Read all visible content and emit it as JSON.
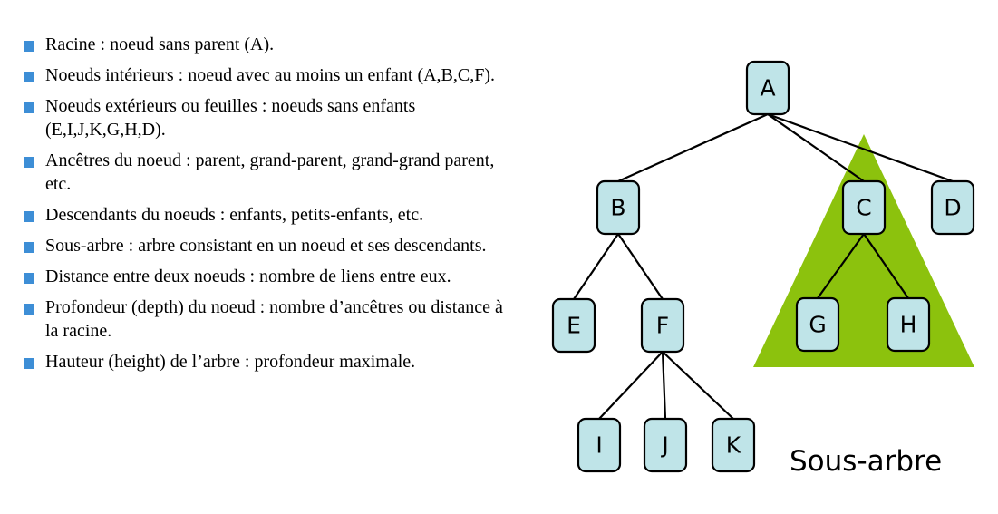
{
  "definitions": [
    "Racine : noeud sans parent (A).",
    "Noeuds intérieurs : noeud avec au moins un enfant (A,B,C,F).",
    "Noeuds extérieurs ou feuilles : noeuds sans enfants (E,I,J,K,G,H,D).",
    "Ancêtres du noeud : parent, grand-parent, grand-grand parent, etc.",
    "Descendants du noeuds : enfants, petits-enfants, etc.",
    "Sous-arbre : arbre consistant en un noeud et ses descendants.",
    "Distance entre deux noeuds : nombre de liens entre eux.",
    "Profondeur (depth) du noeud : nombre d’ancêtres ou distance à la racine.",
    "Hauteur (height) de l’arbre : profondeur maximale."
  ],
  "tree": {
    "nodes": [
      {
        "id": "A",
        "label": "A"
      },
      {
        "id": "B",
        "label": "B"
      },
      {
        "id": "C",
        "label": "C"
      },
      {
        "id": "D",
        "label": "D"
      },
      {
        "id": "E",
        "label": "E"
      },
      {
        "id": "F",
        "label": "F"
      },
      {
        "id": "G",
        "label": "G"
      },
      {
        "id": "H",
        "label": "H"
      },
      {
        "id": "I",
        "label": "I"
      },
      {
        "id": "J",
        "label": "J"
      },
      {
        "id": "K",
        "label": "K"
      }
    ],
    "edges": [
      [
        "A",
        "B"
      ],
      [
        "A",
        "C"
      ],
      [
        "A",
        "D"
      ],
      [
        "B",
        "E"
      ],
      [
        "B",
        "F"
      ],
      [
        "C",
        "G"
      ],
      [
        "C",
        "H"
      ],
      [
        "F",
        "I"
      ],
      [
        "F",
        "J"
      ],
      [
        "F",
        "K"
      ]
    ],
    "subtree_root": "C",
    "subtree_caption": "Sous-arbre",
    "colors": {
      "node_fill": "#bfe4e8",
      "subtree_fill": "#8cc20d",
      "bullet": "#3d8ed6"
    }
  }
}
